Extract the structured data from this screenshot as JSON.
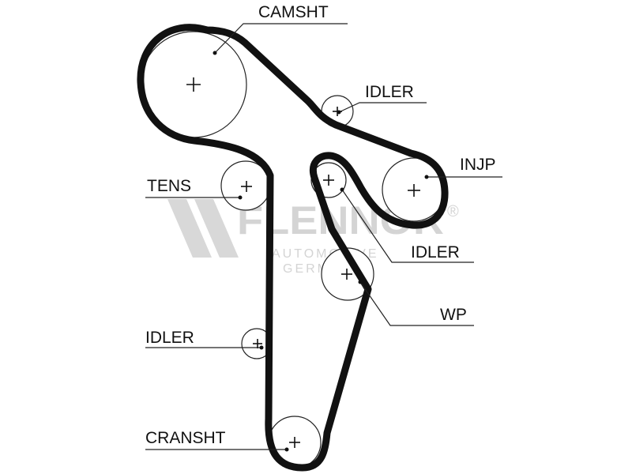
{
  "labels": {
    "camshaft": "CAMSHT",
    "idler_top": "IDLER",
    "injection_pump": "INJP",
    "tensioner": "TENS",
    "idler_middle": "IDLER",
    "water_pump": "WP",
    "idler_lower": "IDLER",
    "crankshaft": "CRANSHT"
  },
  "watermark": {
    "brand": "FLENNOR",
    "registered": "®",
    "line1": "AUTOMOTIVE",
    "line2": "GERMANY"
  },
  "colors": {
    "belt": "#111111",
    "lines": "#222222",
    "watermark": "#d4d4d4"
  }
}
